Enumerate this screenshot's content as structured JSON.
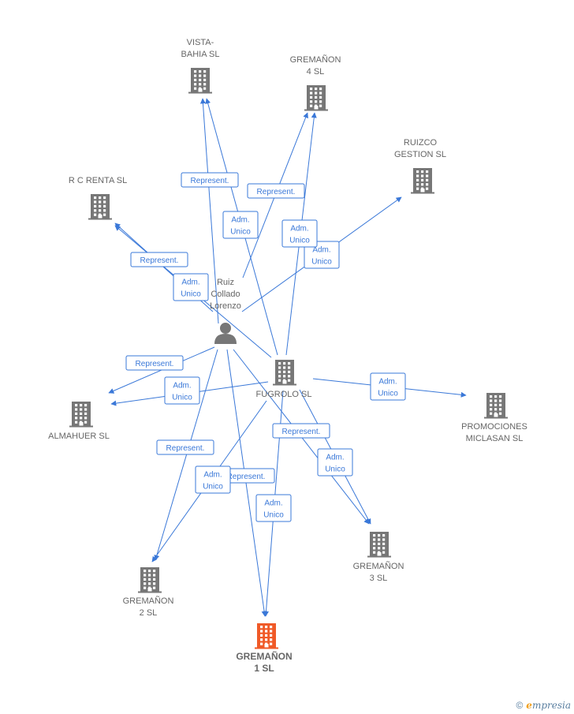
{
  "colors": {
    "edge": "#3a78d8",
    "building": "#777777",
    "focus": "#f05a28",
    "person": "#777777"
  },
  "nodes": [
    {
      "id": "vista",
      "type": "company",
      "lines": [
        "VISTA-",
        "BAHIA SL"
      ]
    },
    {
      "id": "g4",
      "type": "company",
      "lines": [
        "GREMAÑON",
        "4 SL"
      ]
    },
    {
      "id": "ruizco",
      "type": "company",
      "lines": [
        "RUIZCO",
        "GESTION SL"
      ]
    },
    {
      "id": "rc",
      "type": "company",
      "lines": [
        "R C RENTA SL"
      ]
    },
    {
      "id": "person",
      "type": "person",
      "lines": [
        "Ruiz",
        "Collado",
        "Lorenzo"
      ]
    },
    {
      "id": "fugrolo",
      "type": "company",
      "lines": [
        "FUGROLO SL"
      ]
    },
    {
      "id": "almahuer",
      "type": "company",
      "lines": [
        "ALMAHUER SL"
      ]
    },
    {
      "id": "promociones",
      "type": "company",
      "lines": [
        "PROMOCIONES",
        "MICLASAN SL"
      ]
    },
    {
      "id": "g3",
      "type": "company",
      "lines": [
        "GREMAÑON",
        "3 SL"
      ]
    },
    {
      "id": "g2",
      "type": "company",
      "lines": [
        "GREMAÑON",
        "2 SL"
      ]
    },
    {
      "id": "g1",
      "type": "company",
      "focus": true,
      "lines": [
        "GREMAÑON",
        "1 SL"
      ]
    }
  ],
  "edges": [
    {
      "from": "person",
      "to": "vista",
      "label": [
        "Represent."
      ]
    },
    {
      "from": "person",
      "to": "g4",
      "label": [
        "Represent."
      ]
    },
    {
      "from": "person",
      "to": "ruizco",
      "label": [
        "Adm.",
        "Unico"
      ]
    },
    {
      "from": "person",
      "to": "rc",
      "label": [
        "Represent."
      ]
    },
    {
      "from": "person",
      "to": "almahuer",
      "label": [
        "Represent."
      ]
    },
    {
      "from": "person",
      "to": "g2",
      "label": [
        "Represent."
      ]
    },
    {
      "from": "person",
      "to": "g1",
      "label": [
        "Represent."
      ]
    },
    {
      "from": "person",
      "to": "g3",
      "label": [
        "Represent."
      ]
    },
    {
      "from": "fugrolo",
      "to": "vista",
      "label": [
        "Adm.",
        "Unico"
      ]
    },
    {
      "from": "fugrolo",
      "to": "g4",
      "label": [
        "Adm.",
        "Unico"
      ]
    },
    {
      "from": "fugrolo",
      "to": "rc",
      "label": [
        "Adm.",
        "Unico"
      ]
    },
    {
      "from": "fugrolo",
      "to": "almahuer",
      "label": [
        "Adm.",
        "Unico"
      ]
    },
    {
      "from": "fugrolo",
      "to": "promociones",
      "label": [
        "Adm.",
        "Unico"
      ]
    },
    {
      "from": "fugrolo",
      "to": "g3",
      "label": [
        "Adm.",
        "Unico"
      ]
    },
    {
      "from": "fugrolo",
      "to": "g2",
      "label": [
        "Adm.",
        "Unico"
      ]
    },
    {
      "from": "fugrolo",
      "to": "g1",
      "label": [
        "Adm.",
        "Unico"
      ]
    }
  ],
  "brand": {
    "copyright": "©",
    "name_first": "e",
    "name_rest": "mpresia"
  }
}
